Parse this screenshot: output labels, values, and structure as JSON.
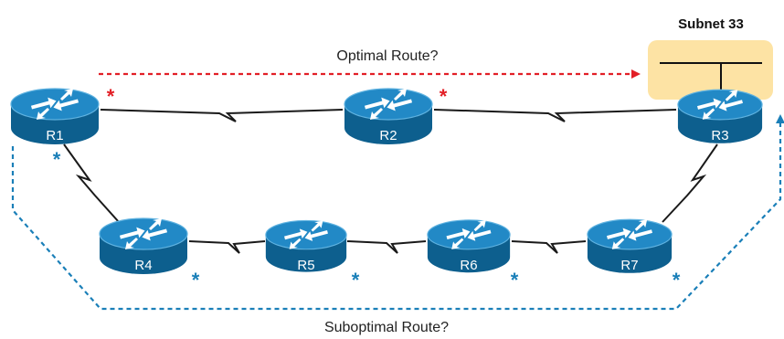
{
  "title": "Subnet 33",
  "optimal_label": "Optimal Route?",
  "suboptimal_label": "Suboptimal Route?",
  "routers": [
    "R1",
    "R2",
    "R3",
    "R4",
    "R5",
    "R6",
    "R7"
  ],
  "colors": {
    "router_top": "#1a7fb8",
    "router_side": "#0d5f8e",
    "optimal": "#e21f26",
    "suboptimal": "#1a7fb8",
    "subnet_fill": "#fde3a4",
    "link": "#1a1a1a"
  }
}
